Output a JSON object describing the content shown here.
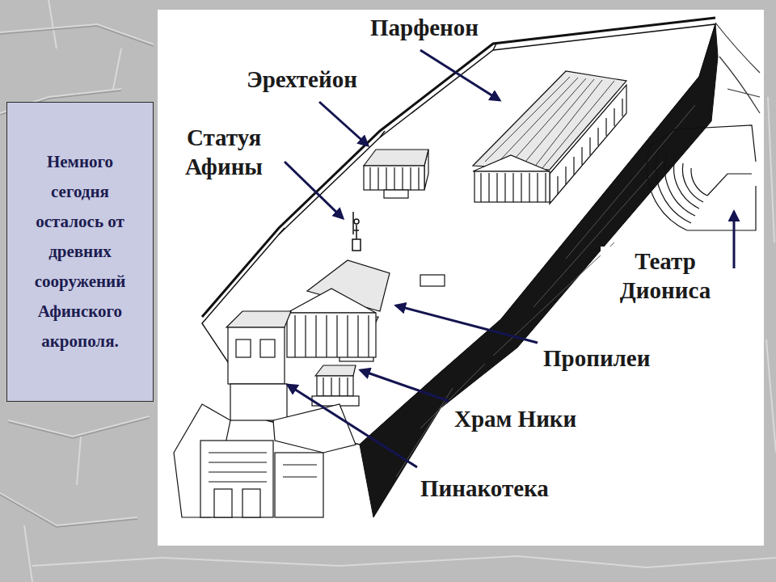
{
  "diagram": {
    "nodes": [
      {
        "text": [
          "Немного сегодня осталось от древних сооружений Афинского акрополя."
        ]
      }
    ],
    "labels": [
      "Парфенон",
      "Эрехтейон",
      "Статуя Афины",
      "Театр Диониса",
      "Пропилеи",
      "Храм Ники",
      "Пинакотека"
    ]
  }
}
